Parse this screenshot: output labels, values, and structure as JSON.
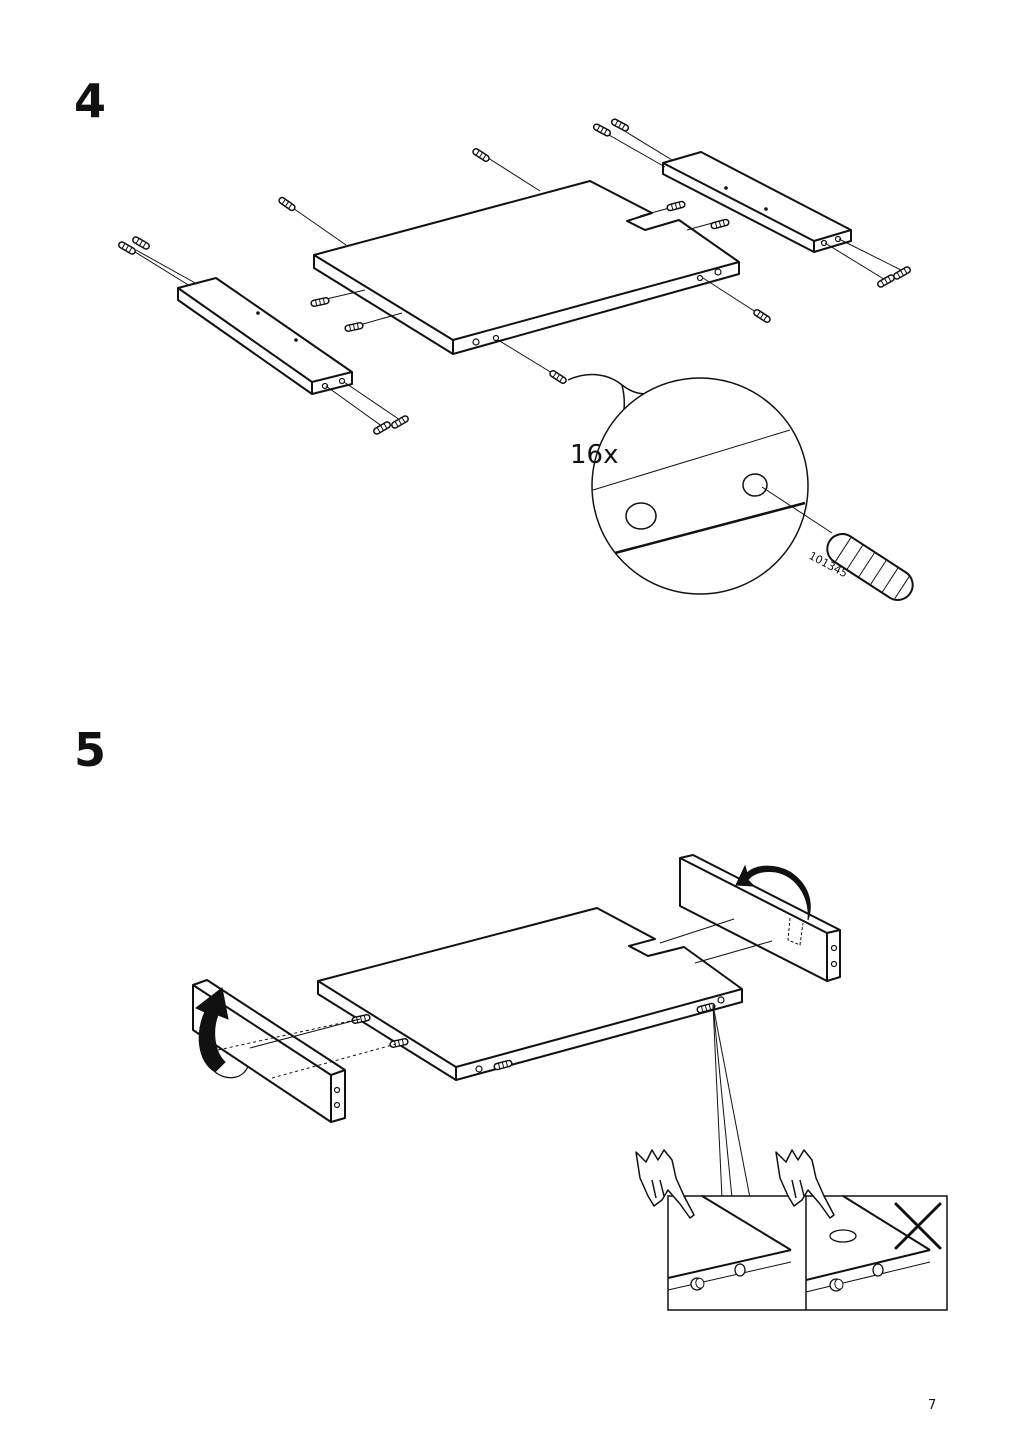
{
  "page": {
    "page_number": "7"
  },
  "step4": {
    "number": "4",
    "callout": {
      "quantity": "16x",
      "part_code": "101345"
    }
  },
  "step5": {
    "number": "5",
    "panels": [
      {
        "name": "correct-panel",
        "state": "correct"
      },
      {
        "name": "incorrect-panel",
        "state": "incorrect"
      }
    ]
  }
}
